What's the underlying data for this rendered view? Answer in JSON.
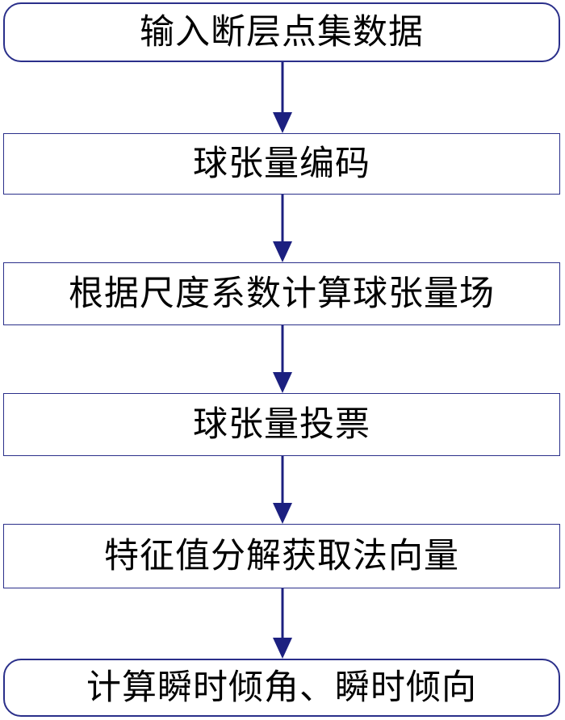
{
  "flowchart": {
    "steps": [
      {
        "label": "输入断层点集数据",
        "shape": "rounded"
      },
      {
        "label": "球张量编码",
        "shape": "rectangle"
      },
      {
        "label": "根据尺度系数计算球张量场",
        "shape": "rectangle"
      },
      {
        "label": "球张量投票",
        "shape": "rectangle"
      },
      {
        "label": "特征值分解获取法向量",
        "shape": "rectangle"
      },
      {
        "label": "计算瞬时倾角、瞬时倾向",
        "shape": "rounded"
      }
    ]
  },
  "colors": {
    "box_border": "#2a2f8a",
    "arrow": "#1c2080",
    "text": "#000000",
    "background": "#ffffff"
  }
}
